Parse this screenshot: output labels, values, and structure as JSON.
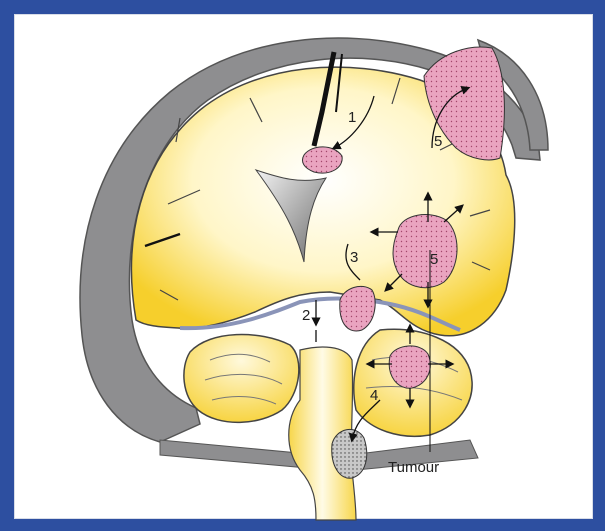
{
  "colors": {
    "frame": "#2d4fa0",
    "skull": "#8e8e90",
    "brain": "#f7d33a",
    "tumour": "#e9a3bf",
    "ventricle": "#9a9a9a"
  },
  "labels": {
    "n1": "1",
    "n2": "2",
    "n3": "3",
    "n4": "4",
    "n5a": "5",
    "n5b": "5",
    "tumour": "Tumour"
  }
}
